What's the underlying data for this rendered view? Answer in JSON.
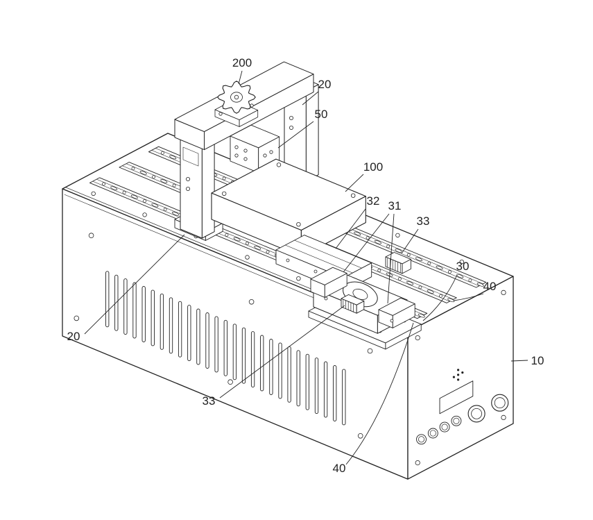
{
  "figure": {
    "type": "patent-style isometric line drawing",
    "subject": "Apparatus with base housing, gantry supports, press head and sliding stage assembly",
    "background_color": "#ffffff",
    "line_color": "#222222"
  },
  "labels": [
    {
      "ref": "200",
      "text": "200",
      "part": "hand-knob"
    },
    {
      "ref": "20",
      "text": "20",
      "part": "support-column-right"
    },
    {
      "ref": "50",
      "text": "50",
      "part": "mounting-bracket"
    },
    {
      "ref": "100",
      "text": "100",
      "part": "head-block"
    },
    {
      "ref": "32",
      "text": "32",
      "part": "upper-stage"
    },
    {
      "ref": "31",
      "text": "31",
      "part": "stage-clamps"
    },
    {
      "ref": "33",
      "text": "33",
      "part": "connector-rear"
    },
    {
      "ref": "30",
      "text": "30",
      "part": "carrier-plate"
    },
    {
      "ref": "40",
      "text": "40",
      "part": "guide-rail-rear"
    },
    {
      "ref": "10",
      "text": "10",
      "part": "base-housing"
    },
    {
      "ref": "20",
      "text": "20",
      "part": "support-column-left"
    },
    {
      "ref": "33",
      "text": "33",
      "part": "connector-front"
    },
    {
      "ref": "40",
      "text": "40",
      "part": "guide-rail-front"
    }
  ]
}
